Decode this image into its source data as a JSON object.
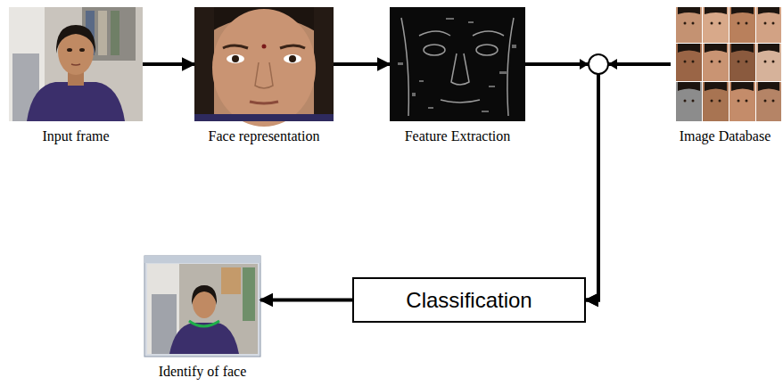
{
  "diagram": {
    "nodes": [
      {
        "text": [
          "Input frame"
        ]
      },
      {
        "text": [
          "Face representation"
        ]
      },
      {
        "text": [
          "Feature Extraction"
        ]
      },
      {
        "text": [
          "Image Database"
        ]
      },
      {
        "text": [
          "Classification"
        ]
      },
      {
        "text": [
          "Identify of face"
        ]
      }
    ],
    "edges": [
      {
        "from": 0,
        "to": 1,
        "arrow": "to"
      },
      {
        "from": 1,
        "to": 2,
        "arrow": "to"
      },
      {
        "from": 2,
        "to": 4,
        "arrow": "to"
      },
      {
        "from": 3,
        "to": 4,
        "arrow": "to"
      },
      {
        "from": 4,
        "to": 5,
        "arrow": "to"
      }
    ]
  }
}
